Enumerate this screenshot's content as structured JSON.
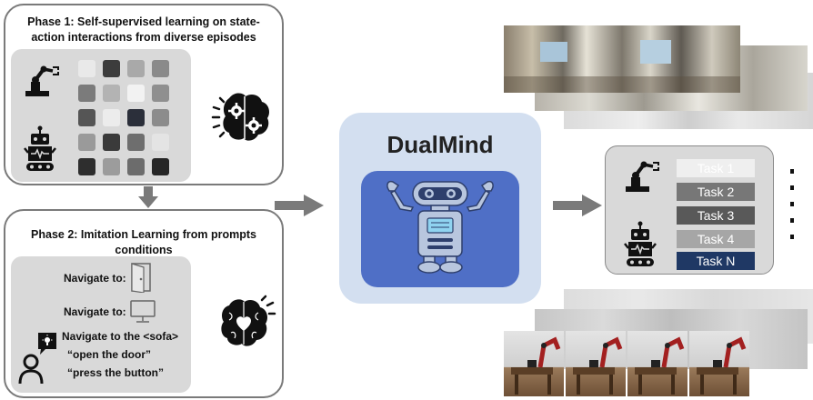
{
  "phase1": {
    "title_line1": "Phase 1: Self-supervised learning on state-",
    "title_line2": "action interactions from diverse episodes"
  },
  "phase2": {
    "title_line1": "Phase 2: Imitation Learning from prompts",
    "title_line2": "conditions",
    "nav_door": "Navigate to:",
    "nav_tv": "Navigate to:",
    "nav_sofa": "Navigate to the <sofa>",
    "instr_door": "“open the door”",
    "instr_button": "“press the button”"
  },
  "center": {
    "title": "DualMind"
  },
  "tasks": {
    "items": [
      {
        "label": "Task 1",
        "color": "#efefef",
        "text_color": "#ffffff"
      },
      {
        "label": "Task 2",
        "color": "#777777",
        "text_color": "#ffffff"
      },
      {
        "label": "Task 3",
        "color": "#595959",
        "text_color": "#ffffff"
      },
      {
        "label": "Task 4",
        "color": "#a6a6a6",
        "text_color": "#ffffff"
      },
      {
        "label": "Task N",
        "color": "#1f3864",
        "text_color": "#ffffff"
      }
    ]
  },
  "grid_colors": [
    [
      "#e9e9e9",
      "#3c3c3c",
      "#a9a9a9",
      "#8a8a8a"
    ],
    [
      "#7b7b7b",
      "#b3b3b3",
      "#f2f2f2",
      "#8f8f8f"
    ],
    [
      "#555555",
      "#ececec",
      "#2b2f3a",
      "#8c8c8c"
    ],
    [
      "#9a9a9a",
      "#3a3a3a",
      "#6e6e6e",
      "#e4e4e4"
    ],
    [
      "#2e2e2e",
      "#9c9c9c",
      "#6c6c6c",
      "#262626"
    ]
  ]
}
